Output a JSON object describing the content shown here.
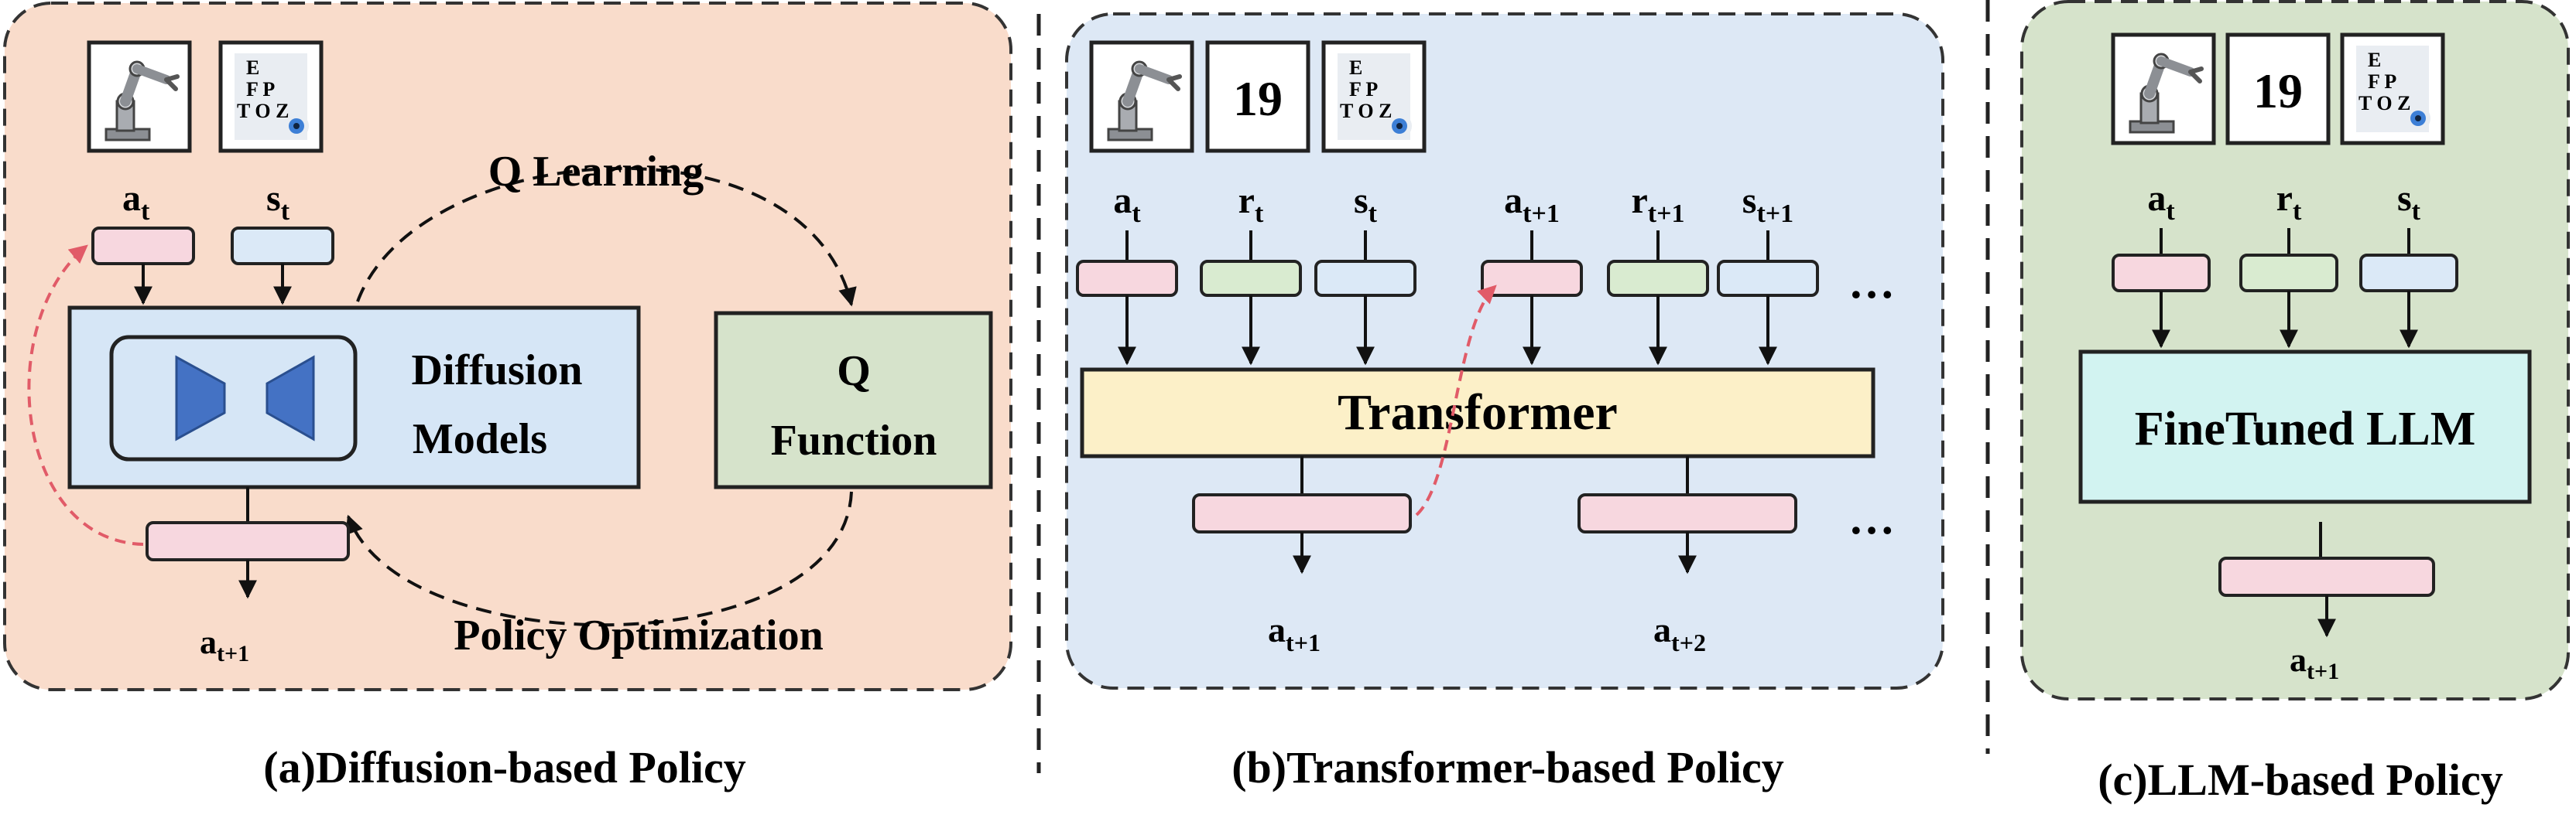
{
  "panel_a": {
    "caption": "(a)Diffusion-based Policy",
    "label_at": "a",
    "label_at_sub": "t",
    "label_st": "s",
    "label_st_sub": "t",
    "label_at1": "a",
    "label_at1_sub": "t+1",
    "diffusion_line1": "Diffusion",
    "diffusion_line2": "Models",
    "q_line1": "Q",
    "q_line2": "Function",
    "q_learning": "Q Learning",
    "policy_opt": "Policy Optimization",
    "icons": [
      "robot-arm-icon",
      "eye-chart-icon"
    ]
  },
  "panel_b": {
    "caption": "(b)Transformer-based Policy",
    "reward_icon": "19",
    "transformer": "Transformer",
    "inputs": [
      {
        "main": "a",
        "sub": "t"
      },
      {
        "main": "r",
        "sub": "t"
      },
      {
        "main": "s",
        "sub": "t"
      },
      {
        "main": "a",
        "sub": "t+1"
      },
      {
        "main": "r",
        "sub": "t+1"
      },
      {
        "main": "s",
        "sub": "t+1"
      }
    ],
    "outputs": [
      {
        "main": "a",
        "sub": "t+1"
      },
      {
        "main": "a",
        "sub": "t+2"
      }
    ],
    "ellipsis": "…",
    "icons": [
      "robot-arm-icon",
      "reward-icon",
      "eye-chart-icon"
    ]
  },
  "panel_c": {
    "caption": "(c)LLM-based Policy",
    "reward_icon": "19",
    "llm": "FineTuned LLM",
    "inputs": [
      {
        "main": "a",
        "sub": "t"
      },
      {
        "main": "r",
        "sub": "t"
      },
      {
        "main": "s",
        "sub": "t"
      }
    ],
    "output": {
      "main": "a",
      "sub": "t+1"
    },
    "icons": [
      "robot-arm-icon",
      "reward-icon",
      "eye-chart-icon"
    ]
  },
  "colors": {
    "panel_a_bg": "#f9dccb",
    "panel_b_bg": "#dde8f5",
    "panel_c_bg": "#d6e3cb",
    "diffusion_box": "#d6e6f6",
    "q_box": "#d6e3cb",
    "transformer_box": "#fcf0c8",
    "llm_box": "#d2f3f1",
    "token_action": "#f7d7df",
    "token_reward": "#d9ebd0",
    "token_state": "#dbe9f7",
    "network_blue": "#4472c4",
    "red_arrow": "#e15b68"
  },
  "eye_chart_rows": [
    "E",
    "F P",
    "T O Z"
  ]
}
